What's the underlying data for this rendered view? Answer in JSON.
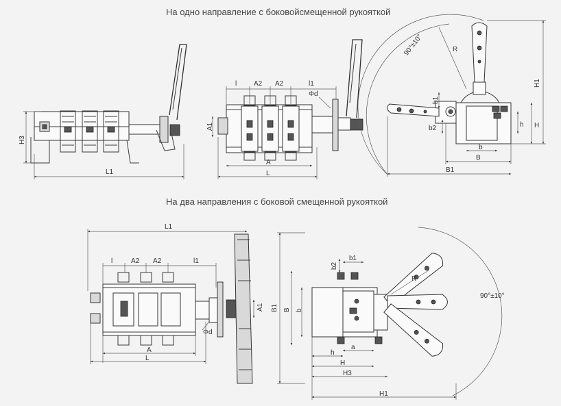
{
  "headings": {
    "top": "На одно направление с боковойсмещенной рукояткой",
    "bottom": "На два направления с боковой смещенной рукояткой"
  },
  "top_side": {
    "L1": "L1",
    "H3": "H3"
  },
  "top_front": {
    "l": "l",
    "A2a": "A2",
    "A2b": "A2",
    "l1": "l1",
    "d": "Φd",
    "A1": "A1",
    "A": "A",
    "L": "L"
  },
  "top_end": {
    "angle": "90°±10°",
    "R": "R",
    "b1": "b1",
    "b2": "b2",
    "h": "h",
    "H": "H",
    "H1": "H1",
    "b": "b",
    "B": "B",
    "B1": "B1"
  },
  "bottom_front": {
    "L1": "L1",
    "l": "l",
    "A2a": "A2",
    "A2b": "A2",
    "l1": "l1",
    "A1": "A1",
    "d": "Φd",
    "A": "A",
    "L": "L"
  },
  "bottom_end": {
    "b2": "b2",
    "b1": "b1",
    "B1": "B1",
    "B": "B",
    "b": "b",
    "R": "R",
    "angle": "90°±10°",
    "h": "h",
    "a": "a",
    "H": "H",
    "H3": "H3",
    "H1": "H1"
  }
}
